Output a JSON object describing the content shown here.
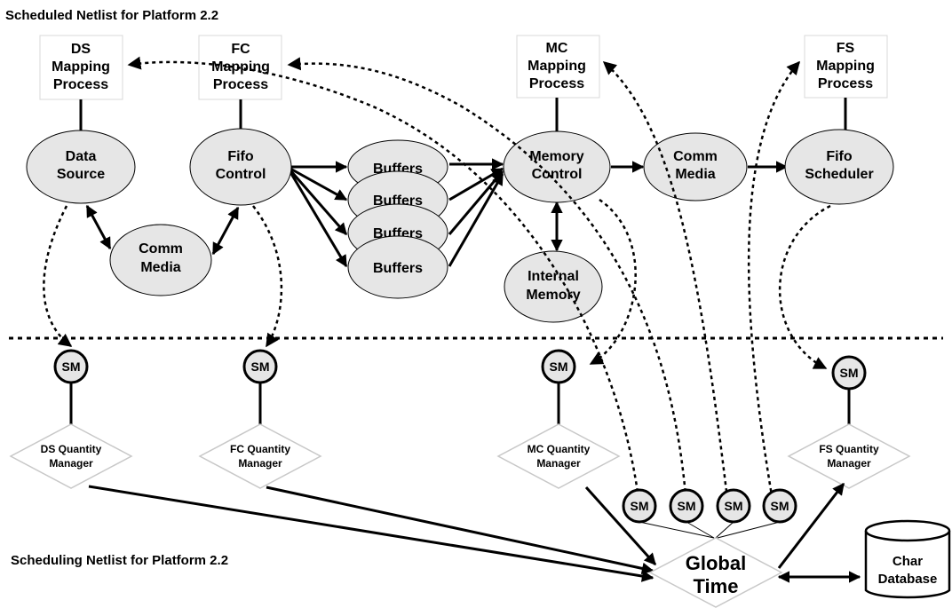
{
  "titles": {
    "scheduled": "Scheduled Netlist for Platform 2.2",
    "scheduling": "Scheduling Netlist for Platform 2.2"
  },
  "mapping_processes": [
    {
      "id": "ds",
      "lines": [
        "DS",
        "Mapping",
        "Process"
      ]
    },
    {
      "id": "fc",
      "lines": [
        "FC",
        "Mapping",
        "Process"
      ]
    },
    {
      "id": "mc",
      "lines": [
        "MC",
        "Mapping",
        "Process"
      ]
    },
    {
      "id": "fs",
      "lines": [
        "FS",
        "Mapping",
        "Process"
      ]
    }
  ],
  "nodes": {
    "data_source": [
      "Data",
      "Source"
    ],
    "fifo_control": [
      "Fifo",
      "Control"
    ],
    "comm_media_left": [
      "Comm",
      "Media"
    ],
    "buffers": [
      "Buffers",
      "Buffers",
      "Buffers",
      "Buffers"
    ],
    "memory_control": [
      "Memory",
      "Control"
    ],
    "comm_media_right": [
      "Comm",
      "Media"
    ],
    "fifo_scheduler": [
      "Fifo",
      "Scheduler"
    ],
    "internal_memory": [
      "Internal",
      "Memory"
    ]
  },
  "sm_label": "SM",
  "quantity_managers": [
    {
      "id": "ds",
      "lines": [
        "DS Quantity",
        "Manager"
      ]
    },
    {
      "id": "fc",
      "lines": [
        "FC Quantity",
        "Manager"
      ]
    },
    {
      "id": "mc",
      "lines": [
        "MC Quantity",
        "Manager"
      ]
    },
    {
      "id": "fs",
      "lines": [
        "FS Quantity",
        "Manager"
      ]
    }
  ],
  "global_time": [
    "Global",
    "Time"
  ],
  "char_database": [
    "Char",
    "Database"
  ],
  "colors": {
    "oval_fill": "#e6e6e6",
    "line": "#000000",
    "diamond_stroke": "#c8c8c8"
  }
}
